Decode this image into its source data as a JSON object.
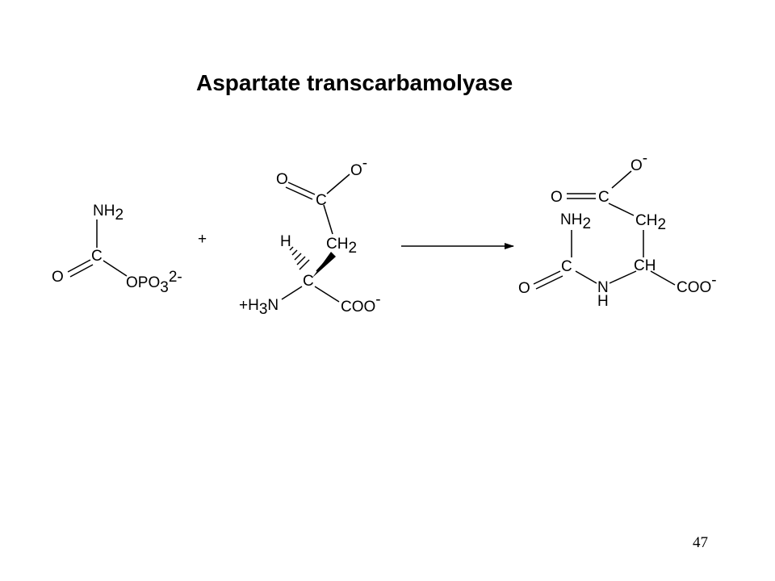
{
  "slide": {
    "title": "Aspartate transcarbamolyase",
    "page_number": "47"
  },
  "carbamoyl_phosphate": {
    "nh2": "NH",
    "nh2_sub": "2",
    "c": "C",
    "o": "O",
    "opo3": "OPO",
    "opo3_sub": "3",
    "opo3_charge": "2-"
  },
  "plus_sign": "+",
  "aspartate": {
    "o_top": "O",
    "o_minus": "O",
    "o_minus_charge": "-",
    "c_carboxyl": "C",
    "ch2": "CH",
    "ch2_sub": "2",
    "h": "H",
    "c_alpha": "C",
    "h3n": "+H",
    "h3n_sub": "3",
    "h3n_tail": "N",
    "coo": "COO",
    "coo_charge": "-"
  },
  "product": {
    "o_minus": "O",
    "o_minus_charge": "-",
    "o_left": "O",
    "c_carboxyl": "C",
    "nh2": "NH",
    "nh2_sub": "2",
    "ch2": "CH",
    "ch2_sub": "2",
    "c_urea": "C",
    "ch": "CH",
    "o_urea": "O",
    "n": "N",
    "h": "H",
    "coo": "COO",
    "coo_charge": "-"
  }
}
